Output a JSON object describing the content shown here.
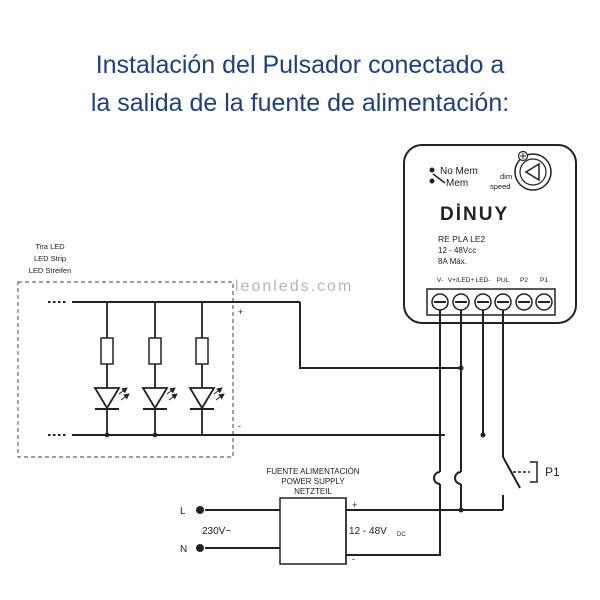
{
  "title": {
    "line1": "Instalación del Pulsador conectado a",
    "line2": "la salida de la fuente de alimentación:"
  },
  "watermark": "leonleds.com",
  "led_strip": {
    "label_es": "Tira LED",
    "label_en": "LED Strip",
    "label_de": "LED Streifen",
    "plus": "+",
    "minus": "-"
  },
  "module": {
    "brand": "DİNUY",
    "model": "RE PLA LE2",
    "voltage": "12 - 48Vcc",
    "current": "8A Máx.",
    "no_mem": "No Mem",
    "mem": "Mem",
    "dim": "dim",
    "speed": "speed",
    "terminals": [
      "V-",
      "V+/LED+",
      "LED-",
      "PUL",
      "P2",
      "P1"
    ]
  },
  "power_supply": {
    "label_es": "FUENTE ALIMENTACIÓN",
    "label_en": "POWER SUPPLY",
    "label_de": "NETZTEIL",
    "input": "230V~",
    "output_main": "12 - 48V",
    "output_sub": "DC",
    "plus": "+",
    "minus": "-"
  },
  "mains": {
    "l": "L",
    "n": "N"
  },
  "pushbutton": "P1",
  "colors": {
    "title": "#1f3f80",
    "line": "#222222",
    "watermark": "#b5b5b5"
  }
}
